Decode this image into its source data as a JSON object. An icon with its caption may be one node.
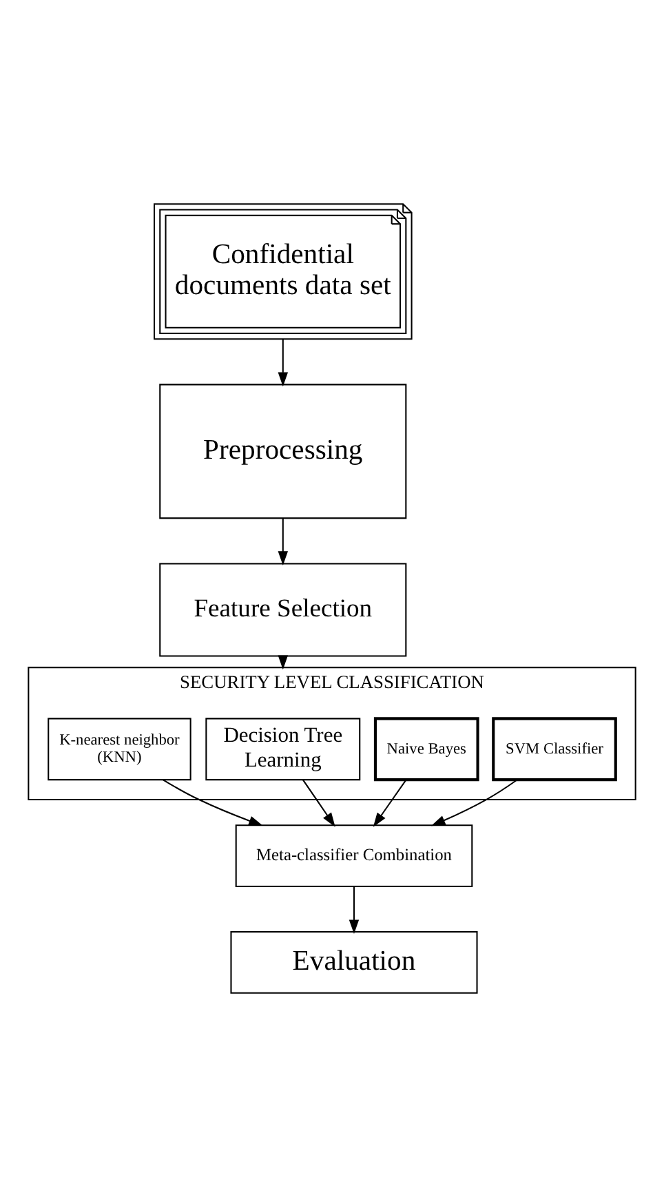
{
  "diagram": {
    "nodes": [
      {
        "text": [
          "Confidential documents data set"
        ]
      },
      {
        "text": [
          "Preprocessing"
        ]
      },
      {
        "text": [
          "Feature Selection"
        ]
      },
      {
        "text": [
          "SECURITY LEVEL CLASSIFICATION"
        ]
      },
      {
        "text": [
          "SVM Classifier"
        ],
        "in": 3
      },
      {
        "text": [
          "Naive Bayes"
        ],
        "in": 3
      },
      {
        "text": [
          "Decision Tree Learning"
        ],
        "in": 3
      },
      {
        "text": [
          "K-nearest neighbor (KNN)"
        ],
        "in": 3
      },
      {
        "text": [
          "Meta-classifier Combination"
        ]
      },
      {
        "text": [
          "Evaluation"
        ]
      }
    ],
    "edges": [
      {
        "from": 0,
        "to": 1,
        "arrow": "to"
      },
      {
        "from": 1,
        "to": 2,
        "arrow": "to"
      },
      {
        "from": 2,
        "to": 3,
        "arrow": "to"
      },
      {
        "from": 4,
        "to": 8,
        "arrow": "to"
      },
      {
        "from": 5,
        "to": 8,
        "arrow": "to"
      },
      {
        "from": 6,
        "to": 8,
        "arrow": "to"
      },
      {
        "from": 7,
        "to": 8,
        "arrow": "to"
      },
      {
        "from": 8,
        "to": 9,
        "arrow": "to"
      }
    ]
  }
}
